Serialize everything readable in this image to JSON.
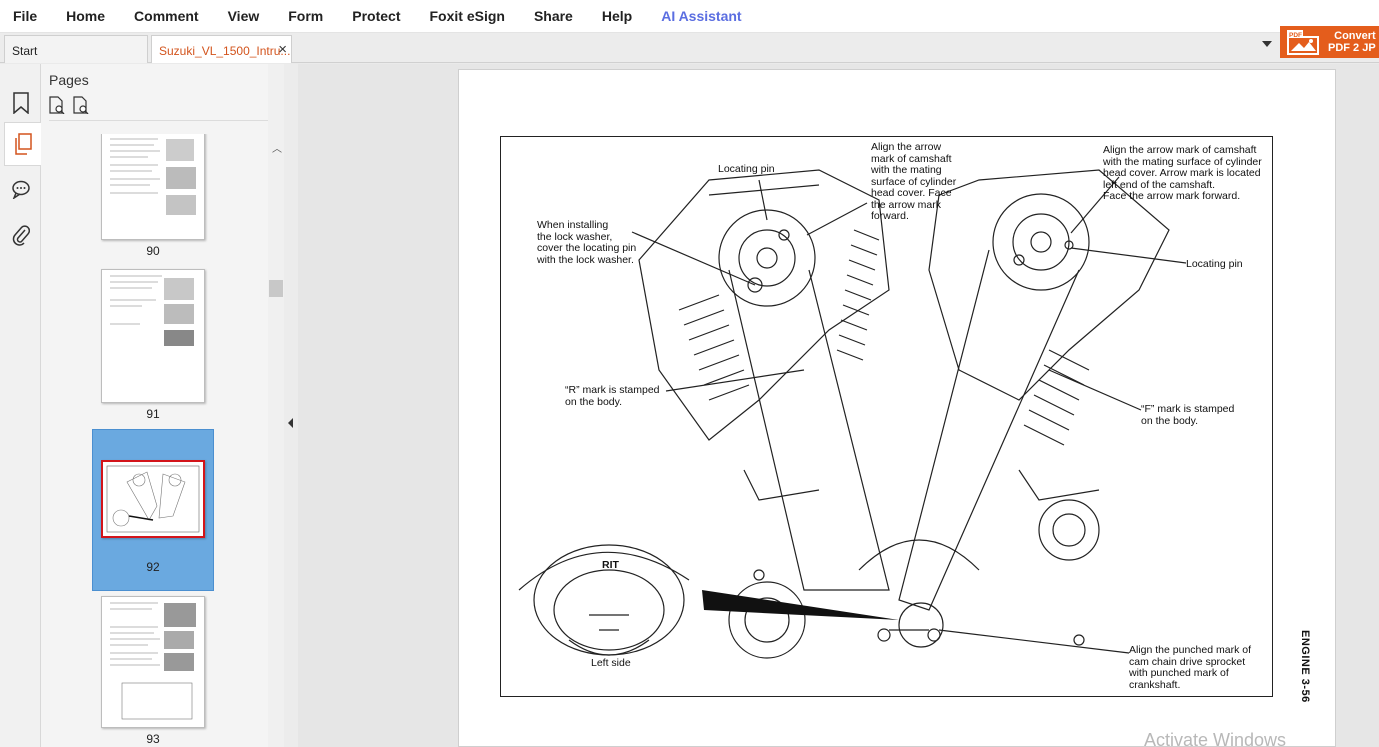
{
  "menu": [
    "File",
    "Home",
    "Comment",
    "View",
    "Form",
    "Protect",
    "Foxit eSign",
    "Share",
    "Help",
    "AI Assistant"
  ],
  "tabs": {
    "start": "Start",
    "document": "Suzuki_VL_1500_Intru...",
    "close_icon": "×"
  },
  "convert": {
    "line1": "Convert",
    "line2": "PDF 2 JP",
    "badge": "PDF"
  },
  "panel": {
    "title": "Pages",
    "thumbnails": [
      {
        "page": "90"
      },
      {
        "page": "91"
      },
      {
        "page": "92",
        "selected": true
      },
      {
        "page": "93"
      }
    ]
  },
  "page_content": {
    "locating_pin_left": "Locating pin",
    "lock_washer": "When installing\nthe lock washer,\ncover the locating pin\nwith the lock washer.",
    "align_arrow_left": "Align the arrow\nmark of camshaft\nwith the mating\nsurface of cylinder\nhead cover. Face\nthe arrow mark\nforward.",
    "align_arrow_right": "Align the arrow mark of camshaft\nwith the mating surface of cylinder\nhead cover. Arrow mark is located\nleft end of the camshaft.\nFace the arrow mark forward.",
    "locating_pin_right": "Locating pin",
    "r_mark": "“R” mark is stamped\non the body.",
    "f_mark": "“F” mark is stamped\non the body.",
    "left_side": "Left side",
    "rit": "RIT",
    "punched_mark": "Align the punched mark of\ncam chain drive sprocket\nwith punched mark of\ncrankshaft.",
    "side_label": "ENGINE 3-56",
    "watermark": "Activate Windows"
  },
  "colors": {
    "accent": "#d3541d",
    "convert_bg": "#e45d1c",
    "ai_text": "#5b6ee1",
    "selection": "#6aa9e0"
  },
  "icons": [
    "bookmark-icon",
    "pages-icon",
    "comment-icon",
    "attachment-icon",
    "insert-page-icon",
    "page-options-icon"
  ]
}
